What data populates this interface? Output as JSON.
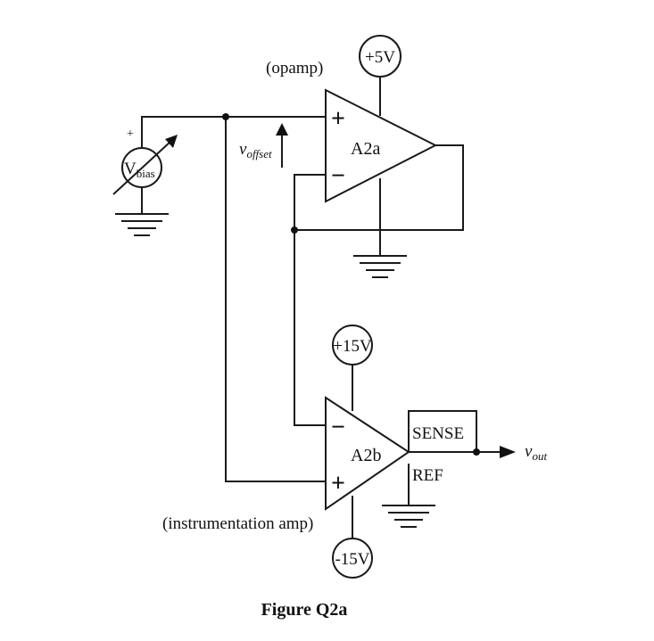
{
  "figure": {
    "caption": "Figure Q2a"
  },
  "opamp": {
    "role_label": "(opamp)",
    "name": "A2a",
    "supply": "+5V",
    "plus_sign": "+",
    "minus_sign": "−"
  },
  "inamp": {
    "role_label": "(instrumentation amp)",
    "name": "A2b",
    "supply_pos": "+15V",
    "supply_neg": "-15V",
    "sense_label": "SENSE",
    "ref_label": "REF",
    "plus_sign": "+",
    "minus_sign": "−"
  },
  "source": {
    "label_main": "V",
    "label_sub": "bias",
    "polarity": "+"
  },
  "annotations": {
    "offset_main": "v",
    "offset_sub": "offset",
    "output_main": "v",
    "output_sub": "out"
  }
}
